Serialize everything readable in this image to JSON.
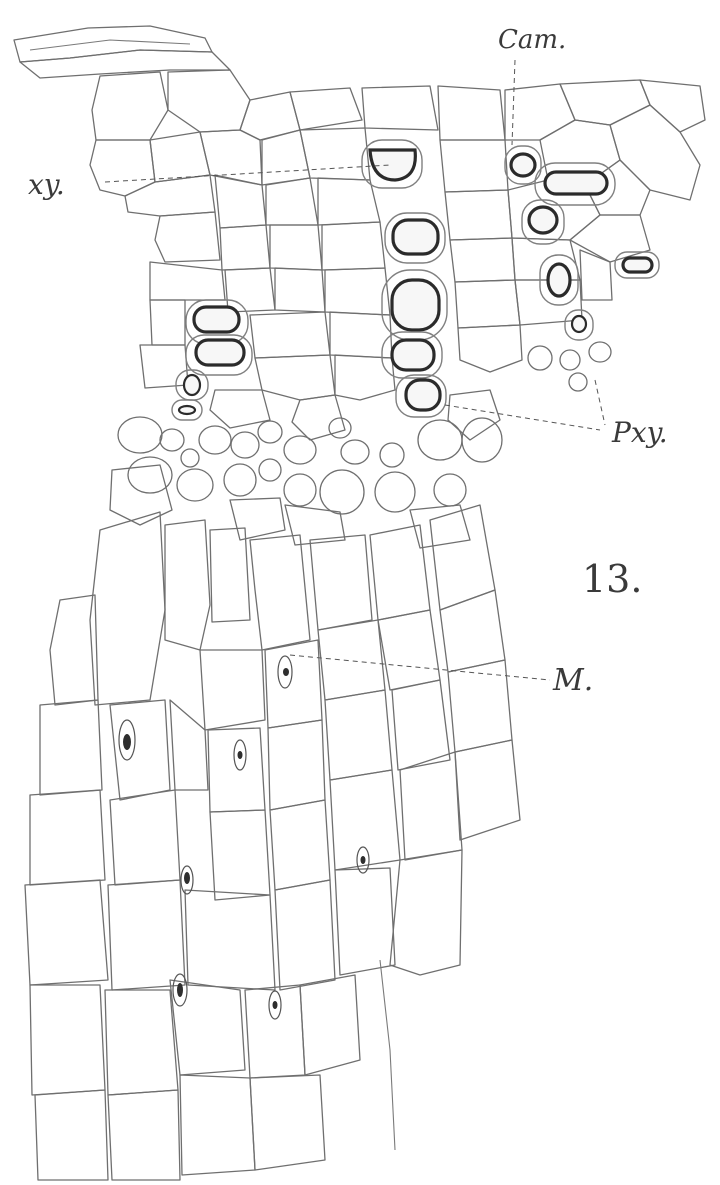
{
  "figure": {
    "number": "13.",
    "labels": {
      "cambium": "Cam.",
      "xylem": "xy.",
      "protoxylem": "Pxy.",
      "medulla": "M."
    }
  }
}
